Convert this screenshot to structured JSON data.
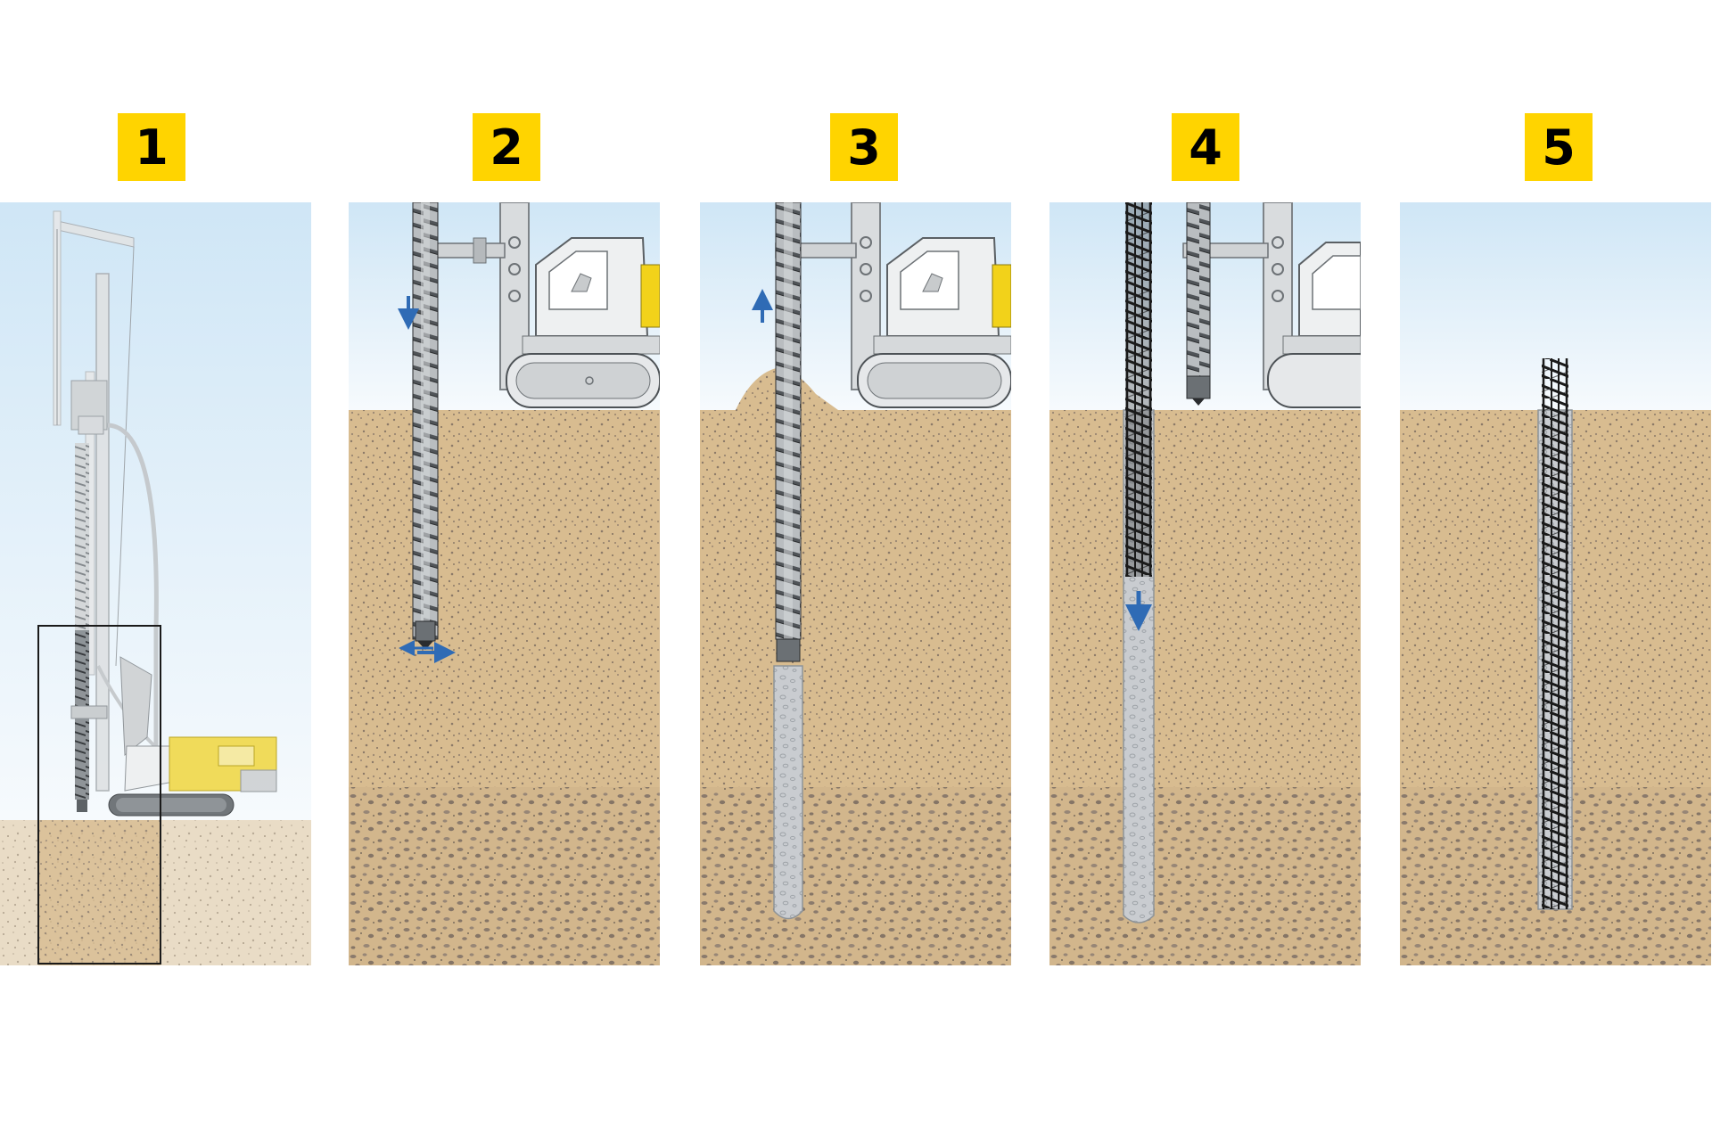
{
  "steps": [
    {
      "label": "1"
    },
    {
      "label": "2"
    },
    {
      "label": "3"
    },
    {
      "label": "4"
    },
    {
      "label": "5"
    }
  ],
  "colors": {
    "badge": "#ffd400",
    "sky_top": "#cfe6f6",
    "sky_bottom": "#f6fafd",
    "soil": "#d8bc90",
    "soil_speck": "#8c7a68",
    "concrete": "#c9ccd0",
    "machine_grey": "#c8cbcd",
    "machine_yellow": "#f2d21a",
    "arrow_blue": "#2f6bb5",
    "rebar": "#1a1a1a"
  }
}
